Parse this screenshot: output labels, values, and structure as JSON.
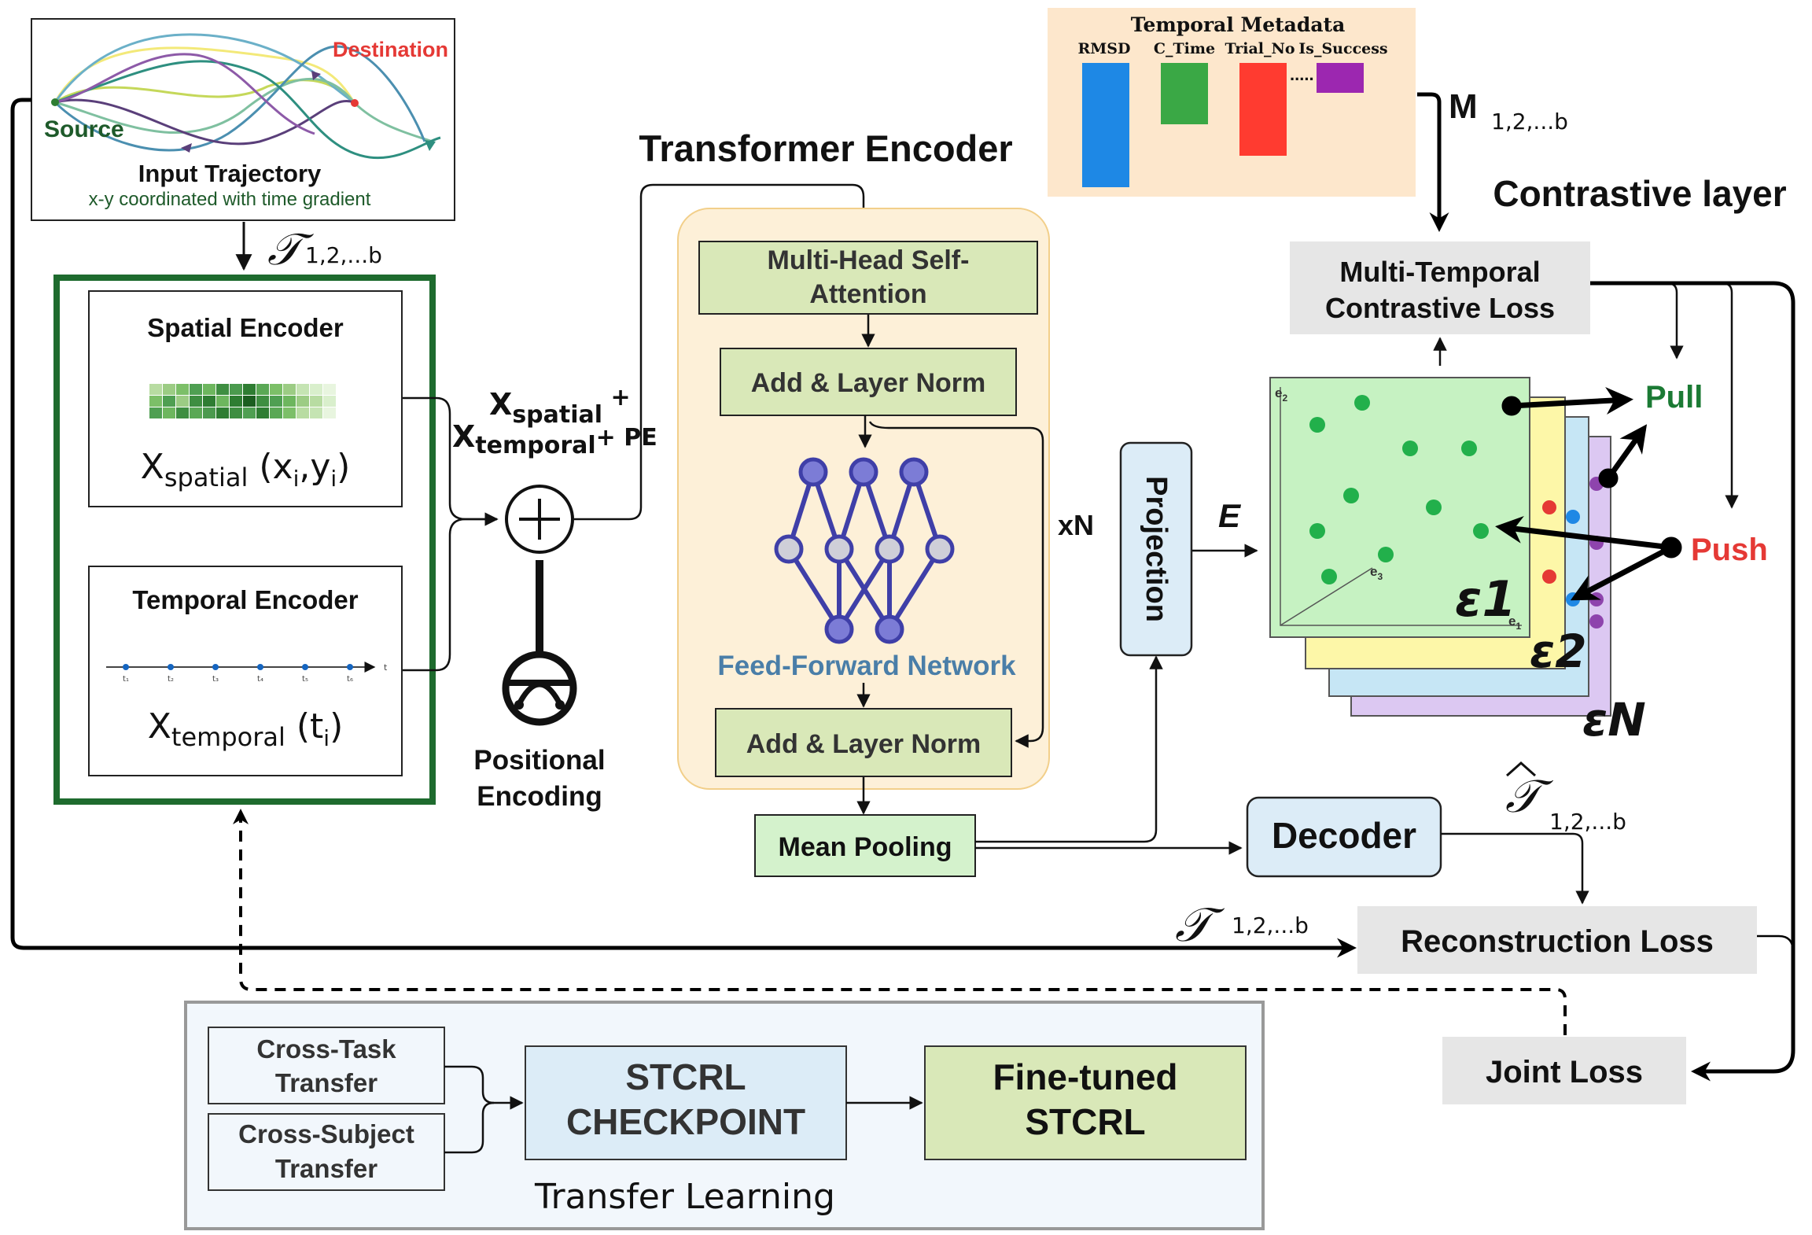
{
  "input": {
    "destination": "Destination",
    "source": "Source",
    "title": "Input Trajectory",
    "subtitle": "x-y coordinated with time gradient"
  },
  "symbols": {
    "traj": "𝒯",
    "traj_sub": "1,2,...b",
    "traj_hat_sub": "1,2,...b",
    "m_label": "M",
    "m_sub": "1,2,...b",
    "e_label": "E",
    "xn": "xN"
  },
  "encoders": {
    "spatial_title": "Spatial Encoder",
    "spatial_x": "X",
    "spatial_sub": "spatial",
    "spatial_args": " (x",
    "spatial_i1": "i",
    "spatial_mid": ",y",
    "spatial_i2": "i",
    "spatial_close": ")",
    "temporal_title": "Temporal Encoder",
    "temporal_x": "X",
    "temporal_sub": "temporal",
    "temporal_args": " (t",
    "temporal_i": "i",
    "temporal_close": ")",
    "timeline_ticks": [
      "t₁",
      "t₂",
      "t₃",
      "t₄",
      "t₅",
      "t₆"
    ],
    "timeline_end": "t"
  },
  "sum_label": {
    "line1_x": "X",
    "line1_sub": "spatial",
    "line1_plus": " +",
    "line2_x": "X",
    "line2_sub": "temporal",
    "line2_rest": "+ PE"
  },
  "pos_encoding": {
    "line1": "Positional",
    "line2": "Encoding"
  },
  "transformer": {
    "title": "Transformer Encoder",
    "mhsa_line1": "Multi-Head Self-",
    "mhsa_line2": "Attention",
    "addnorm1": "Add & Layer Norm",
    "ffn": "Feed-Forward Network",
    "addnorm2": "Add & Layer Norm",
    "mean_pooling": "Mean Pooling"
  },
  "projection": "Projection",
  "decoder": "Decoder",
  "metadata": {
    "title": "Temporal Metadata",
    "bars": [
      {
        "label": "RMSD",
        "color": "#1e88e5"
      },
      {
        "label": "C_Time",
        "color": "#3aa845"
      },
      {
        "label": "Trial_No",
        "color": "#ff3b30"
      },
      {
        "label": "Is_Success",
        "color": "#9c27b0"
      }
    ],
    "dots": "....."
  },
  "contrastive": {
    "title": "Contrastive layer",
    "loss_line1": "Multi-Temporal",
    "loss_line2": "Contrastive Loss",
    "pull": "Pull",
    "push": "Push",
    "e2": "e",
    "e2_sub": "2",
    "e3": "e",
    "e3_sub": "3",
    "e1": "e",
    "e1_sub": "1",
    "eps1": "ε1",
    "eps2": "ε2",
    "epsN": "εN"
  },
  "losses": {
    "reconstruction": "Reconstruction Loss",
    "joint": "Joint Loss"
  },
  "transfer": {
    "cross_task_1": "Cross-Task",
    "cross_task_2": "Transfer",
    "cross_subject_1": "Cross-Subject",
    "cross_subject_2": "Transfer",
    "checkpoint_1": "STCRL",
    "checkpoint_2": "CHECKPOINT",
    "finetuned_1": "Fine-tuned",
    "finetuned_2": "STCRL",
    "caption": "Transfer Learning"
  },
  "colors": {
    "encoder_border": "#1e6b2e",
    "transformer_bg": "#fdf0d8",
    "block_green": "#d9e8b8",
    "light_blue": "#dcecf7",
    "light_green": "#d4f2cc",
    "gray_box": "#e6e6e6",
    "pull": "#1b7a34",
    "push": "#e53935",
    "ffn_text": "#4a7ea8"
  }
}
